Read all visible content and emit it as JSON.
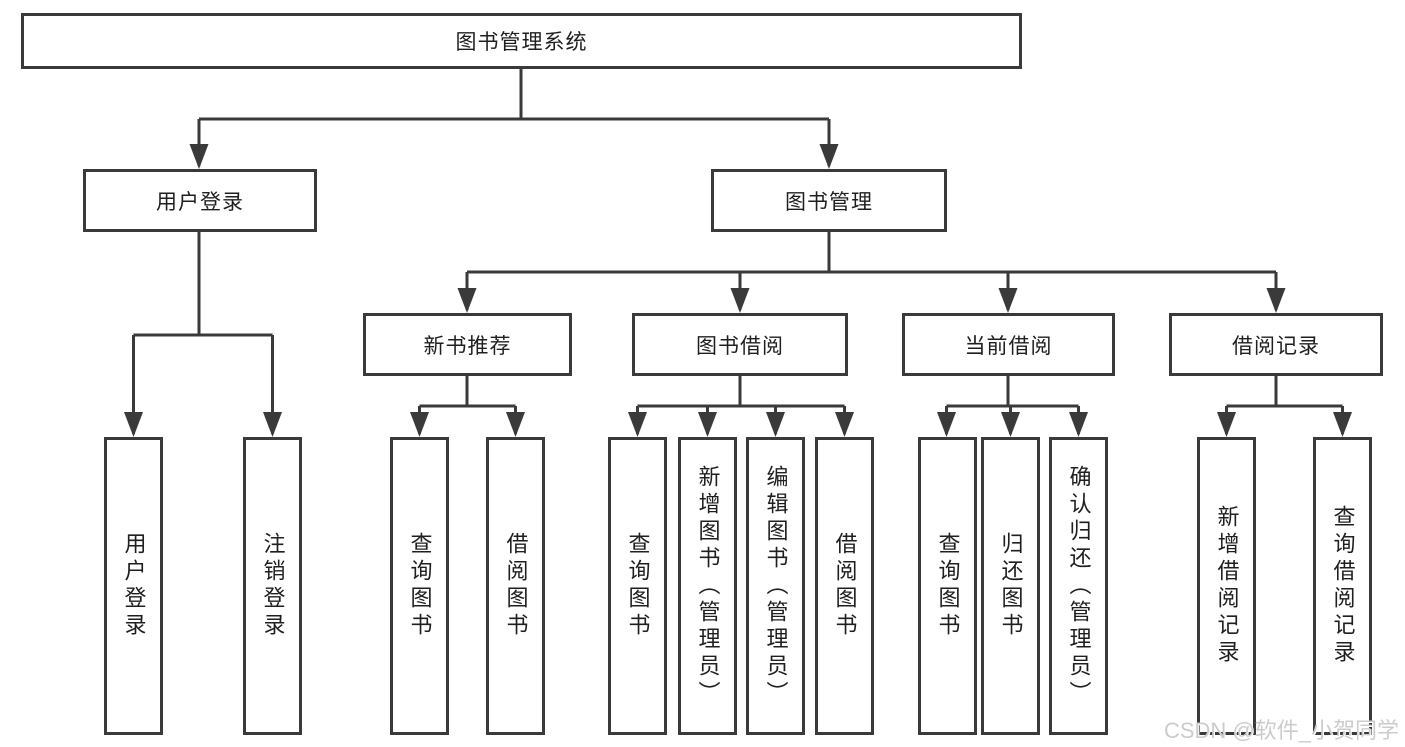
{
  "colors": {
    "line": "#3a3a3a",
    "text": "#1f1f1f",
    "watermark": "#cccccc",
    "box_bg": "#ffffff"
  },
  "watermark": {
    "text": "CSDN @软件_小贺同学"
  },
  "tree": {
    "label": "图书管理系统",
    "children": [
      {
        "label": "用户登录",
        "children": [
          {
            "label": "用户登录"
          },
          {
            "label": "注销登录"
          }
        ]
      },
      {
        "label": "图书管理",
        "children": [
          {
            "label": "新书推荐",
            "children": [
              {
                "label": "查询图书"
              },
              {
                "label": "借阅图书"
              }
            ]
          },
          {
            "label": "图书借阅",
            "children": [
              {
                "label": "查询图书"
              },
              {
                "label": "新增图书（管理员）"
              },
              {
                "label": "编辑图书（管理员）"
              },
              {
                "label": "借阅图书"
              }
            ]
          },
          {
            "label": "当前借阅",
            "children": [
              {
                "label": "查询图书"
              },
              {
                "label": "归还图书"
              },
              {
                "label": "确认归还（管理员）"
              }
            ]
          },
          {
            "label": "借阅记录",
            "children": [
              {
                "label": "新增借阅记录"
              },
              {
                "label": "查询借阅记录"
              }
            ]
          }
        ]
      }
    ]
  }
}
